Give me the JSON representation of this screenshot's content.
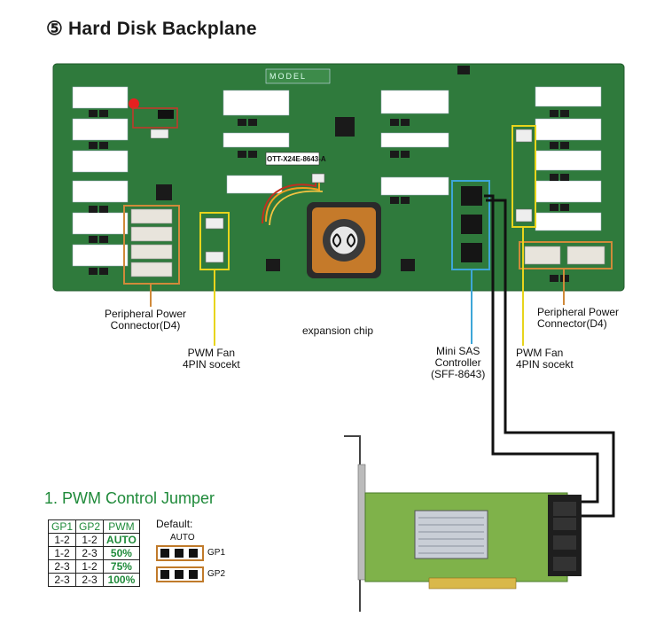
{
  "title": "⑤ Hard Disk Backplane",
  "board": {
    "model_text": "MODEL",
    "part_number": "OTT-X24E-8643-A",
    "accent_green": "#2f7a3c"
  },
  "labels": {
    "peripheral_left": [
      "Peripheral Power",
      "Connector(D4)"
    ],
    "peripheral_right": [
      "Peripheral Power",
      "Connector(D4)"
    ],
    "pwm_fan_left": [
      "PWM Fan",
      "4PIN socekt"
    ],
    "pwm_fan_right": [
      "PWM Fan",
      "4PIN socekt"
    ],
    "expansion_chip": "expansion chip",
    "mini_sas": [
      "Mini SAS",
      "Controller",
      "(SFF-8643)"
    ]
  },
  "jumper_section": {
    "title": "1. PWM Control Jumper",
    "headers": [
      "GP1",
      "GP2",
      "PWM"
    ],
    "rows": [
      [
        "1-2",
        "1-2",
        "AUTO"
      ],
      [
        "1-2",
        "2-3",
        "50%"
      ],
      [
        "2-3",
        "1-2",
        "75%"
      ],
      [
        "2-3",
        "2-3",
        "100%"
      ]
    ],
    "default_label": "Default:",
    "default_mode": "AUTO",
    "gp1_label": "GP1",
    "gp2_label": "GP2"
  }
}
